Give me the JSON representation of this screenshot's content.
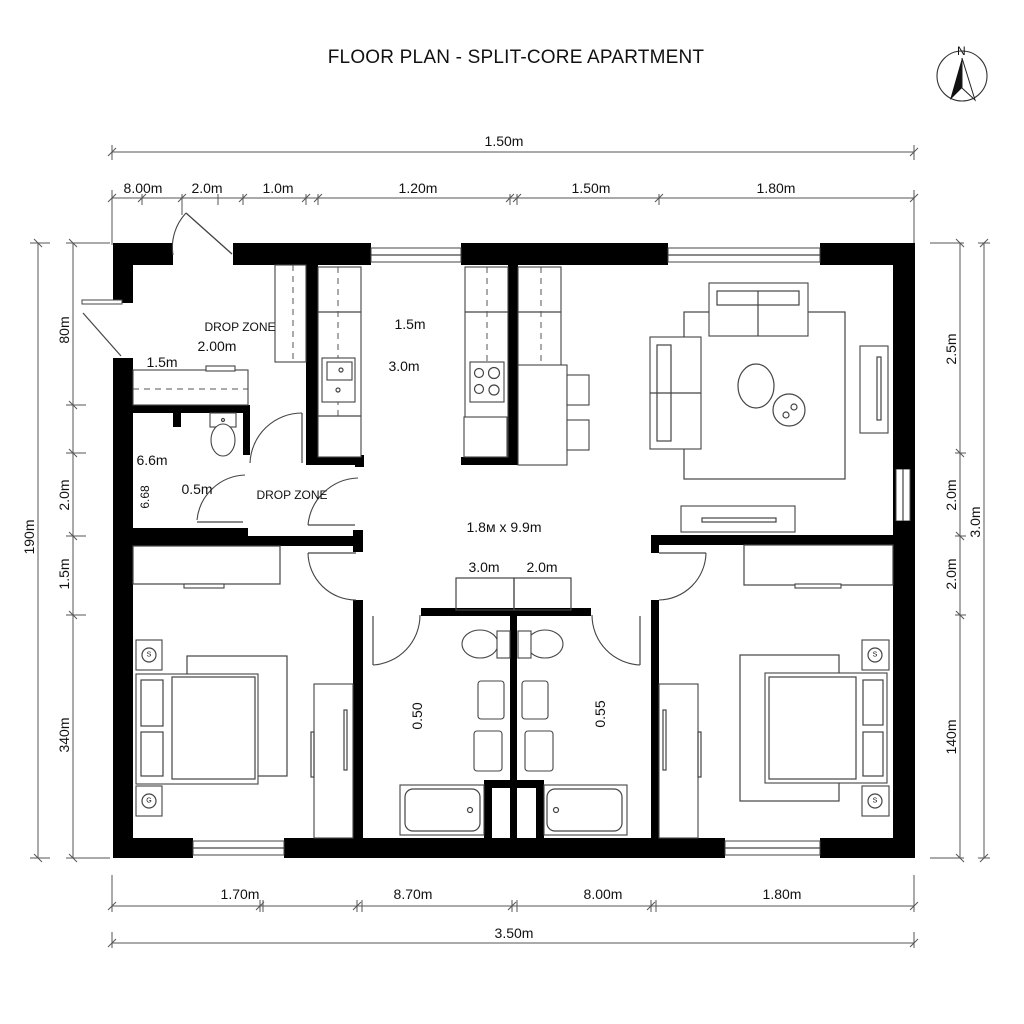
{
  "title": "FLOOR PLAN - SPLIT-CORE APARTMENT",
  "compass": {
    "label": "N",
    "icon": "north-arrow-icon"
  },
  "dimensions": {
    "top_overall": "1.50m",
    "top_segments": [
      "8.00m",
      "2.0m",
      "1.0m",
      "1.20m",
      "1.50m",
      "1.80m"
    ],
    "bottom_segments": [
      "1.70m",
      "8.70m",
      "8.00m",
      "1.80m"
    ],
    "bottom_overall": "3.50m",
    "left_overall": "190m",
    "left_segments": [
      "80m",
      "2.0m",
      "1.5m",
      "340m"
    ],
    "right_segments": [
      "2.5m",
      "2.0m",
      "2.0m",
      "140m"
    ],
    "right_overall": "3.0m"
  },
  "rooms": {
    "entry": {
      "label": "DROP ZONE",
      "dim_a": "2.00m",
      "dim_b": "1.5m"
    },
    "wc": {
      "dim_a": "6.6m",
      "dim_b": "0.5m",
      "dim_rot": "6.68"
    },
    "hall": {
      "label": "DROP ZONE"
    },
    "kitchen": {
      "dim_a": "1.5m",
      "dim_b": "3.0m"
    },
    "corridor": {
      "label": "1.8ᴍ x 9.9m",
      "dim_a": "3.0m",
      "dim_b": "2.0m"
    },
    "bath_left": {
      "label": "0.50"
    },
    "bath_right": {
      "label": "0.55"
    },
    "bedroom_left": {
      "nightstand_top": "S",
      "nightstand_bottom": "G"
    },
    "bedroom_right": {
      "nightstand_top": "S",
      "nightstand_bottom": "S"
    }
  },
  "colors": {
    "wall": "#000000",
    "line": "#444444",
    "background": "#ffffff"
  }
}
